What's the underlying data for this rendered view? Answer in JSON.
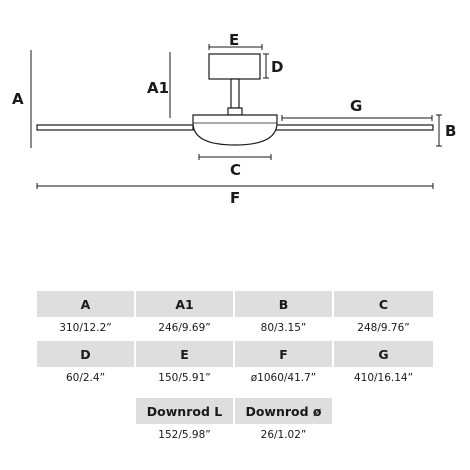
{
  "diagram": {
    "labels": {
      "A": "A",
      "A1": "A1",
      "B": "B",
      "C": "C",
      "D": "D",
      "E": "E",
      "F": "F",
      "G": "G"
    }
  },
  "table": {
    "rows": [
      {
        "headers": [
          "A",
          "A1",
          "B",
          "C"
        ],
        "values": [
          "310/12.2”",
          "246/9.69”",
          "80/3.15”",
          "248/9.76”"
        ]
      },
      {
        "headers": [
          "D",
          "E",
          "F",
          "G"
        ],
        "values": [
          "60/2.4”",
          "150/5.91”",
          "ø1060/41.7”",
          "410/16.14”"
        ]
      },
      {
        "headers": [
          "Downrod L",
          "Downrod ø"
        ],
        "values": [
          "152/5.98”",
          "26/1.02”"
        ]
      }
    ]
  }
}
